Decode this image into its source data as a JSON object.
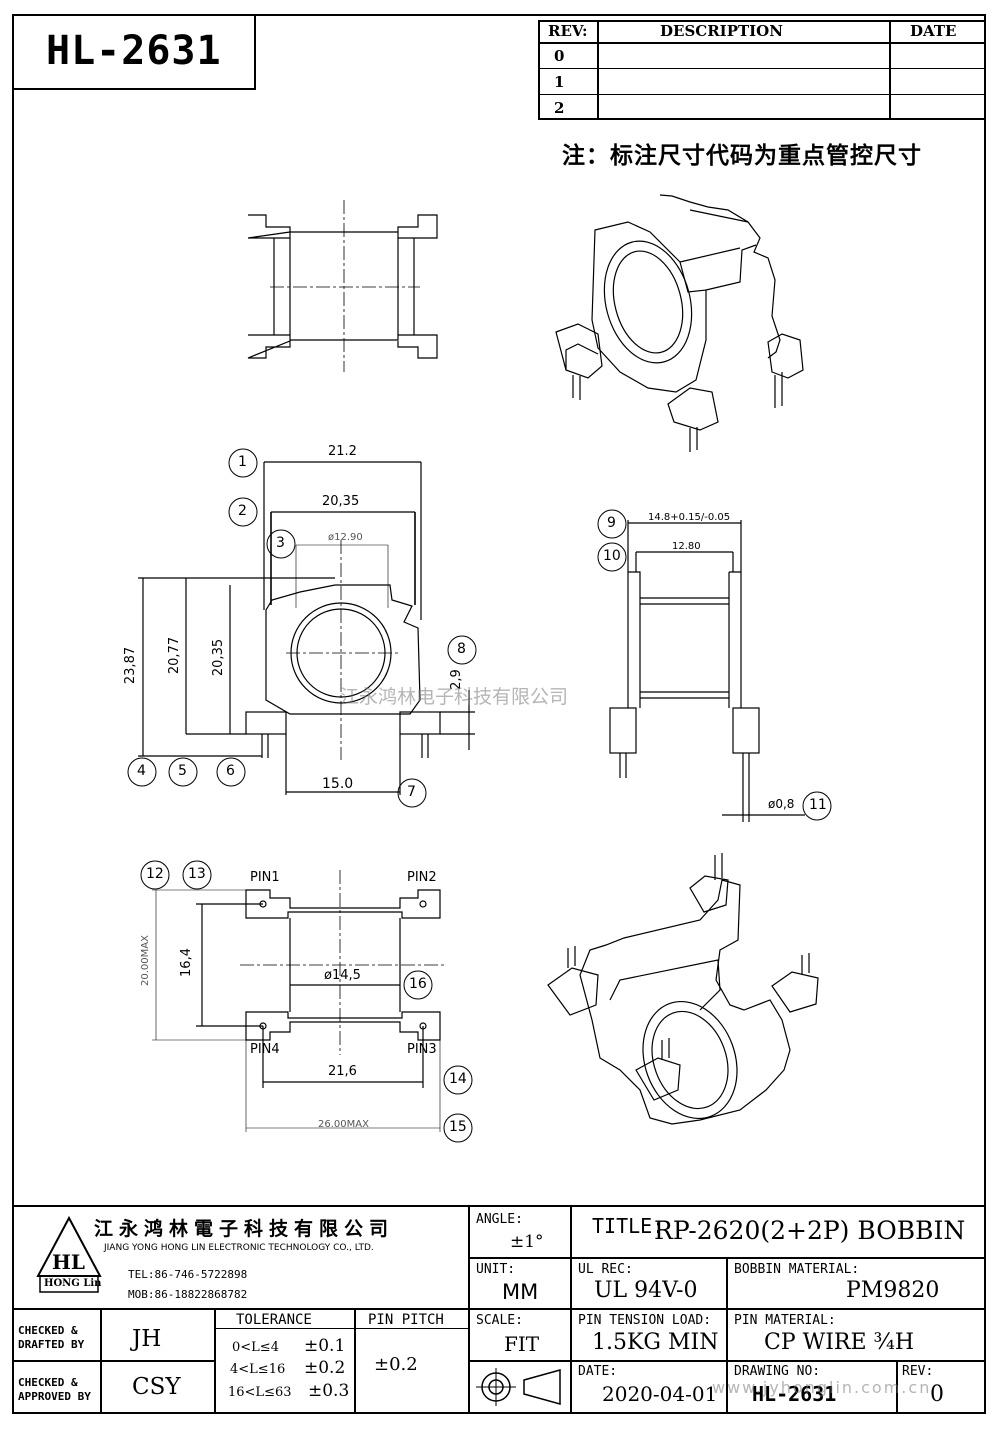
{
  "part_code": "HL-2631",
  "revision_table": {
    "headers": [
      "REV:",
      "DESCRIPTION",
      "DATE"
    ],
    "rows": [
      "0",
      "1",
      "2"
    ]
  },
  "note": "注：标注尺寸代码为重点管控尺寸",
  "watermark_cn": "江永鸿林电子科技有限公司",
  "watermark_url": "www.jyhonglin.com.cn",
  "dimensions": {
    "d1": "21.2",
    "d2": "20,35",
    "d3": "ø12.90",
    "d4": "23,87",
    "d5": "20,77",
    "d6": "20,35",
    "d7": "15.0",
    "d8": "2,9",
    "d9": "14.8+0.15/-0.05",
    "d10": "12.80",
    "d11": "ø0,8",
    "d12": "20.00MAX",
    "d13": "16,4",
    "d14": "21,6",
    "d15": "26.00MAX",
    "d16": "ø14,5"
  },
  "callouts": [
    "1",
    "2",
    "3",
    "4",
    "5",
    "6",
    "7",
    "8",
    "9",
    "10",
    "11",
    "12",
    "13",
    "14",
    "15",
    "16"
  ],
  "pins": [
    "PIN1",
    "PIN2",
    "PIN4",
    "PIN3"
  ],
  "title_block": {
    "company_cn": "江永鸿林電子科技有限公司",
    "company_en": "JIANG YONG HONG LIN ELECTRONIC TECHNOLOGY CO., LTD.",
    "logo_text": "HL",
    "logo_sub": "HONG Lin",
    "tel": "TEL:86-746-5722898",
    "mob": "MOB:86-18822868782",
    "angle_label": "ANGLE:",
    "angle_value": "±1°",
    "title_label": "TITLE:",
    "title_value": "RP-2620(2+2P)  BOBBIN",
    "unit_label": "UNIT:",
    "unit_value": "MM",
    "ul_label": "UL REC:",
    "ul_value": "UL 94V-0",
    "bobbin_mat_label": "BOBBIN MATERIAL:",
    "bobbin_mat_value": "PM9820",
    "checked_drafted_label_1": "CHECKED &",
    "checked_drafted_label_2": "DRAFTED BY",
    "checked_drafted_value": "JH",
    "checked_approved_label_1": "CHECKED &",
    "checked_approved_label_2": "APPROVED BY",
    "checked_approved_value": "CSY",
    "tolerance_label": "TOLERANCE",
    "tolerance_rows": [
      {
        "range": "0<L≤4",
        "tol": "±0.1"
      },
      {
        "range": "4<L≤16",
        "tol": "±0.2"
      },
      {
        "range": "16<L≤63",
        "tol": "±0.3"
      }
    ],
    "pin_pitch_label": "PIN PITCH",
    "pin_pitch_value": "±0.2",
    "scale_label": "SCALE:",
    "scale_value": "FIT",
    "pin_tension_label": "PIN TENSION LOAD:",
    "pin_tension_value": "1.5KG MIN",
    "pin_mat_label": "PIN MATERIAL:",
    "pin_mat_value": "CP WIRE ¾H",
    "date_label": "DATE:",
    "date_value": "2020-04-01",
    "drawing_no_label": "DRAWING NO:",
    "drawing_no_value": "HL-2631",
    "rev_label": "REV:",
    "rev_value": "0"
  }
}
